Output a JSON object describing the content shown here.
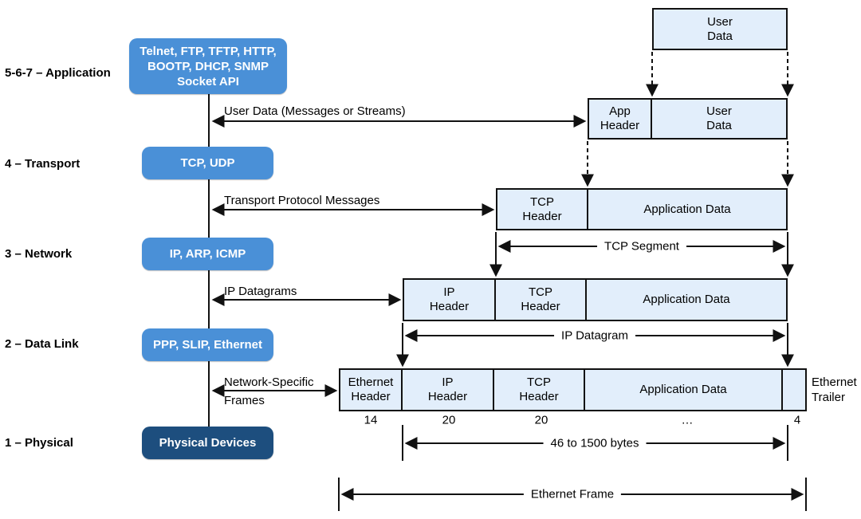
{
  "colors": {
    "protocol_blue": "#4a90d7",
    "protocol_dark": "#1d4e7e",
    "cell_fill": "#e2eefb",
    "line": "#111111"
  },
  "layers": [
    {
      "label": "5-6-7 – Application",
      "box": "Telnet, FTP, TFTP, HTTP,\nBOOTP, DHCP, SNMP\nSocket API"
    },
    {
      "label": "4 – Transport",
      "box": "TCP, UDP"
    },
    {
      "label": "3 – Network",
      "box": "IP, ARP, ICMP"
    },
    {
      "label": "2 – Data Link",
      "box": "PPP, SLIP, Ethernet"
    },
    {
      "label": "1 – Physical",
      "box": "Physical Devices"
    }
  ],
  "flow_arrows": {
    "application": "User Data (Messages or Streams)",
    "transport": "Transport Protocol Messages",
    "network": "IP Datagrams",
    "datalink": "Network-Specific\nFrames"
  },
  "pdu_rows": {
    "row1": {
      "cells": [
        "User\nData"
      ]
    },
    "row2": {
      "cells": [
        "App\nHeader",
        "User\nData"
      ]
    },
    "row3": {
      "cells": [
        "TCP\nHeader",
        "Application Data"
      ]
    },
    "row4": {
      "cells": [
        "IP\nHeader",
        "TCP\nHeader",
        "Application Data"
      ]
    },
    "row5": {
      "cells": [
        "Ethernet\nHeader",
        "IP\nHeader",
        "TCP\nHeader",
        "Application Data",
        ""
      ]
    }
  },
  "span_labels": {
    "tcp_segment": "TCP Segment",
    "ip_datagram": "IP Datagram",
    "payload_size": "46 to 1500 bytes",
    "ethernet_frame": "Ethernet Frame"
  },
  "byte_sizes": [
    "14",
    "20",
    "20",
    "…",
    "4"
  ],
  "trailer_label": "Ethernet\nTrailer"
}
